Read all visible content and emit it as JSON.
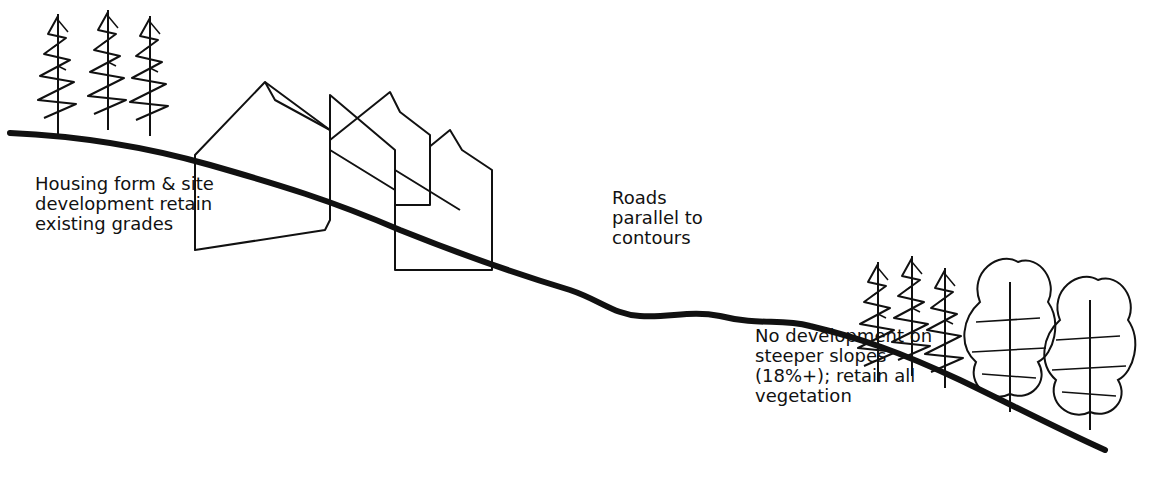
{
  "diagram": {
    "labels": [
      "Housing form & site development retain existing grades",
      "Roads parallel to contours",
      "No development on steeper slopes (18%+); retain all vegetation"
    ]
  }
}
